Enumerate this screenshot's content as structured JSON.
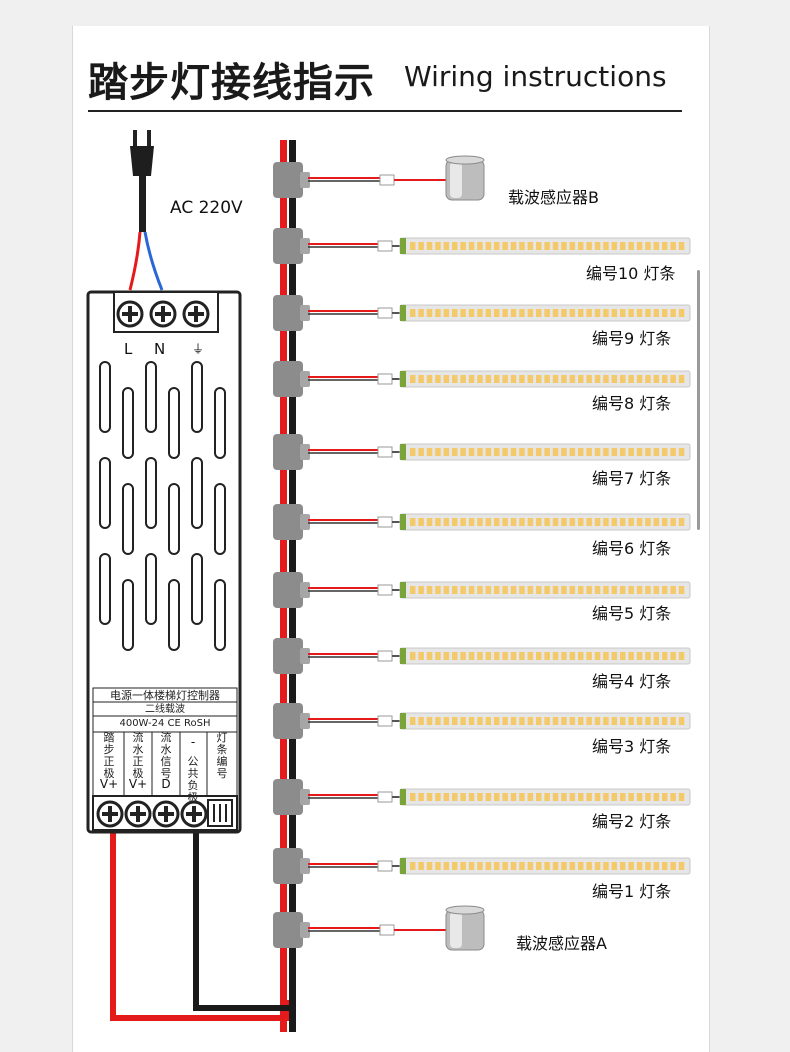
{
  "title": {
    "cn": "踏步灯接线指示",
    "en": "Wiring instructions"
  },
  "power": {
    "label": "AC 220V"
  },
  "controller": {
    "top_terminals": [
      "L",
      "N",
      "⏚"
    ],
    "plate_line1": "电源一体楼梯灯控制器",
    "plate_line2": "二线载波",
    "plate_line3": "400W-24 CE RoSH",
    "bottom_columns": [
      {
        "text": "踏步正极",
        "symbol": "V+"
      },
      {
        "text": "流水正极",
        "symbol": "V+"
      },
      {
        "text": "流水信号",
        "symbol": "D"
      },
      {
        "text": "公共负极",
        "symbol": "-"
      },
      {
        "text": "灯条编号",
        "symbol": ""
      }
    ]
  },
  "sensors": {
    "top": "载波感应器B",
    "bottom": "载波感应器A"
  },
  "strips": [
    "编号10 灯条",
    "编号9 灯条",
    "编号8 灯条",
    "编号7 灯条",
    "编号6 灯条",
    "编号5 灯条",
    "编号4 灯条",
    "编号3 灯条",
    "编号2 灯条",
    "编号1 灯条"
  ],
  "colors": {
    "wire_red": "#e51b1b",
    "wire_black": "#1a1a1a",
    "wire_blue": "#2a66d6",
    "led": "#f3c96a",
    "strip_body": "#e6e6e6",
    "connector": "#8c8c8c"
  }
}
